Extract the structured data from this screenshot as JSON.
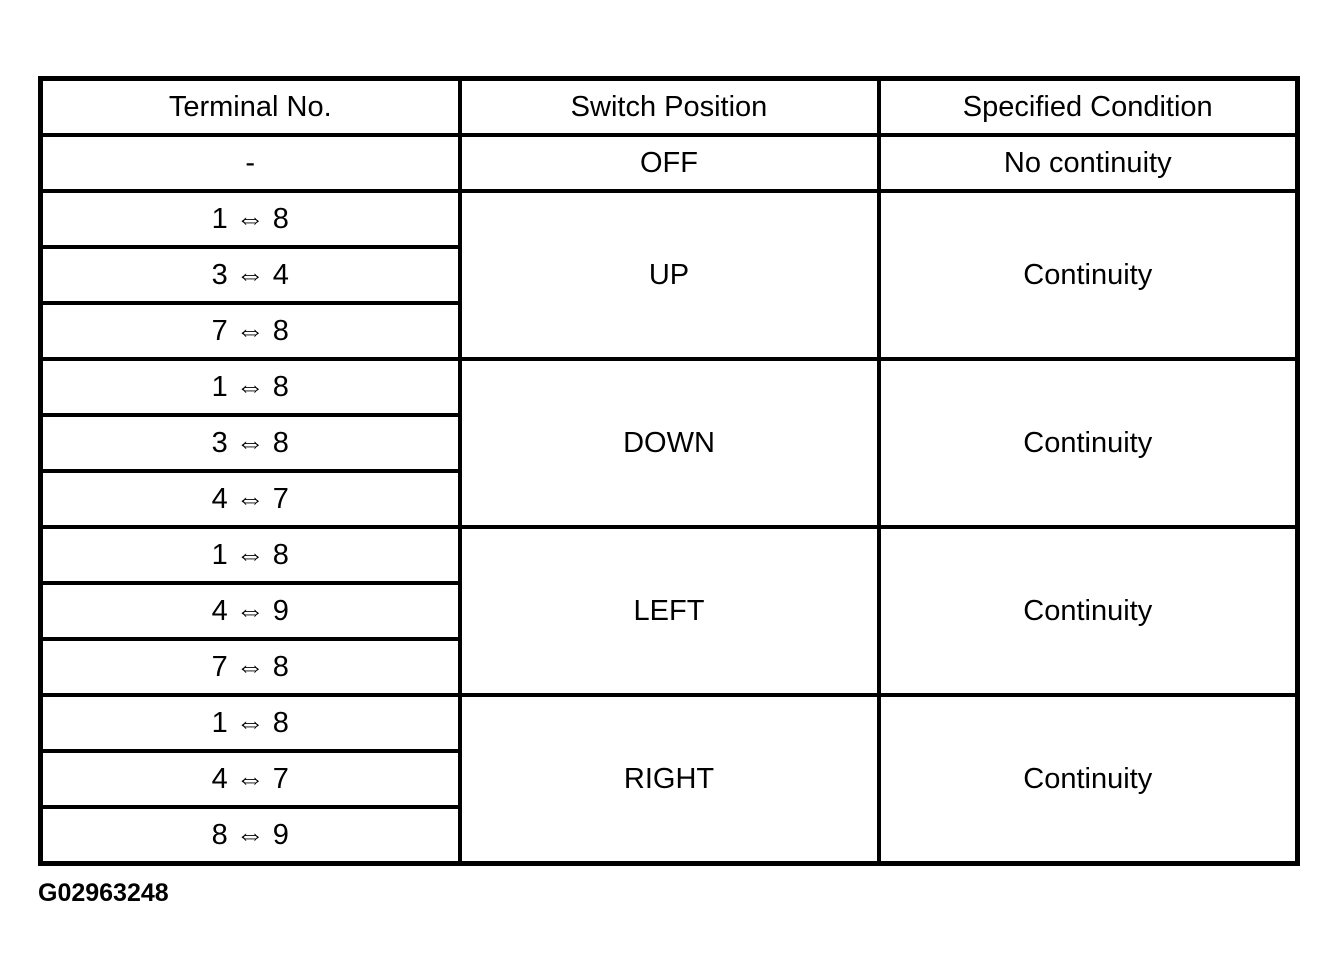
{
  "table": {
    "headers": [
      "Terminal No.",
      "Switch Position",
      "Specified Condition"
    ],
    "off": {
      "terminal": "-",
      "position": "OFF",
      "condition": "No continuity"
    },
    "groups": [
      {
        "position": "UP",
        "condition": "Continuity",
        "terminals": [
          "1 ⇔ 8",
          "3 ⇔ 4",
          "7 ⇔ 8"
        ]
      },
      {
        "position": "DOWN",
        "condition": "Continuity",
        "terminals": [
          "1 ⇔ 8",
          "3 ⇔ 8",
          "4 ⇔ 7"
        ]
      },
      {
        "position": "LEFT",
        "condition": "Continuity",
        "terminals": [
          "1 ⇔ 8",
          "4 ⇔ 9",
          "7 ⇔ 8"
        ]
      },
      {
        "position": "RIGHT",
        "condition": "Continuity",
        "terminals": [
          "1 ⇔ 8",
          "4 ⇔ 7",
          "8 ⇔ 9"
        ]
      }
    ]
  },
  "figure_id": "G02963248",
  "colors": {
    "line": "#000000",
    "background": "#ffffff",
    "text": "#000000"
  }
}
